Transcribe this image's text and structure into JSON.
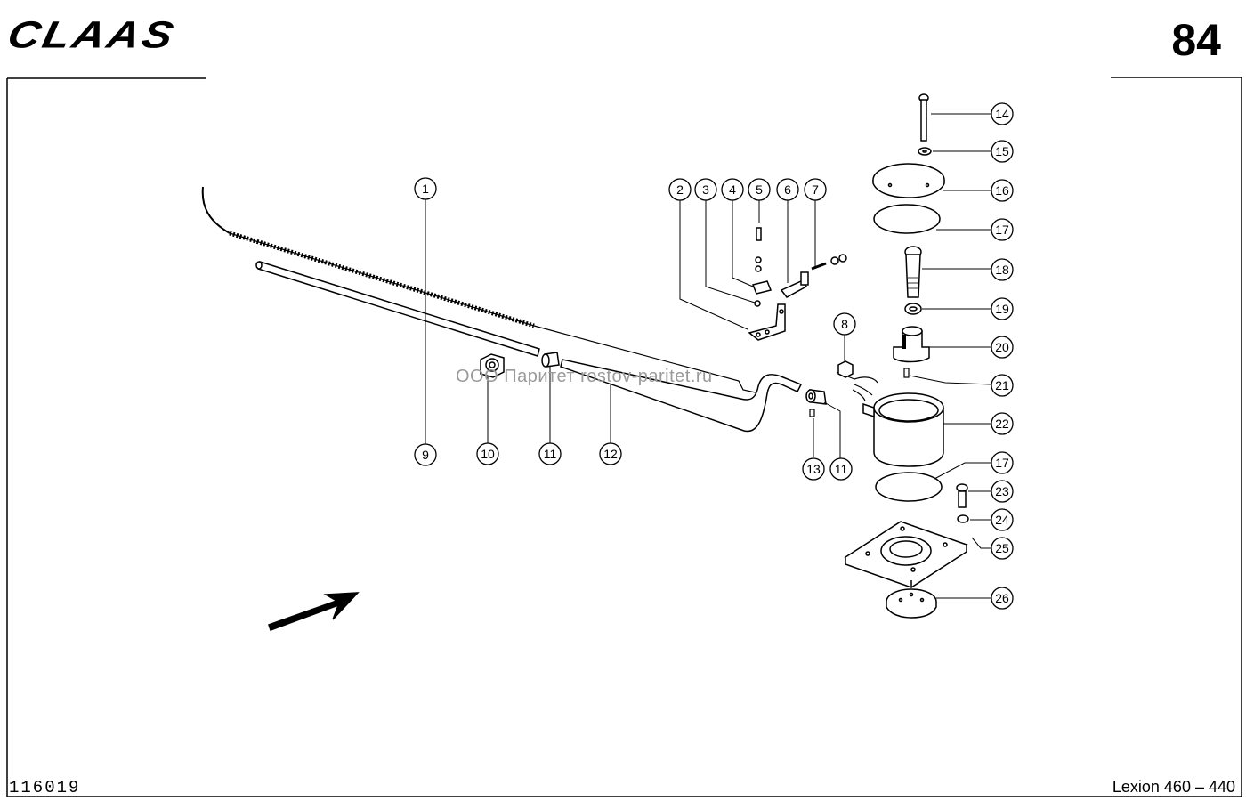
{
  "header": {
    "brand": "CLAAS",
    "page_number": "84"
  },
  "footer": {
    "drawing_number": "116019",
    "model": "Lexion 460 – 440"
  },
  "watermark": "ООО Паритет    rostov-paritet.ru",
  "callouts": [
    {
      "id": "c1",
      "label": "1"
    },
    {
      "id": "c2",
      "label": "2"
    },
    {
      "id": "c3",
      "label": "3"
    },
    {
      "id": "c4",
      "label": "4"
    },
    {
      "id": "c5",
      "label": "5"
    },
    {
      "id": "c6",
      "label": "6"
    },
    {
      "id": "c7",
      "label": "7"
    },
    {
      "id": "c8",
      "label": "8"
    },
    {
      "id": "c9",
      "label": "9"
    },
    {
      "id": "c10",
      "label": "10"
    },
    {
      "id": "c11a",
      "label": "11"
    },
    {
      "id": "c12",
      "label": "12"
    },
    {
      "id": "c13",
      "label": "13"
    },
    {
      "id": "c11b",
      "label": "11"
    },
    {
      "id": "c14",
      "label": "14"
    },
    {
      "id": "c15",
      "label": "15"
    },
    {
      "id": "c16",
      "label": "16"
    },
    {
      "id": "c17a",
      "label": "17"
    },
    {
      "id": "c18",
      "label": "18"
    },
    {
      "id": "c19",
      "label": "19"
    },
    {
      "id": "c20",
      "label": "20"
    },
    {
      "id": "c21",
      "label": "21"
    },
    {
      "id": "c22",
      "label": "22"
    },
    {
      "id": "c17b",
      "label": "17"
    },
    {
      "id": "c23",
      "label": "23"
    },
    {
      "id": "c24",
      "label": "24"
    },
    {
      "id": "c25",
      "label": "25"
    },
    {
      "id": "c26",
      "label": "26"
    }
  ]
}
